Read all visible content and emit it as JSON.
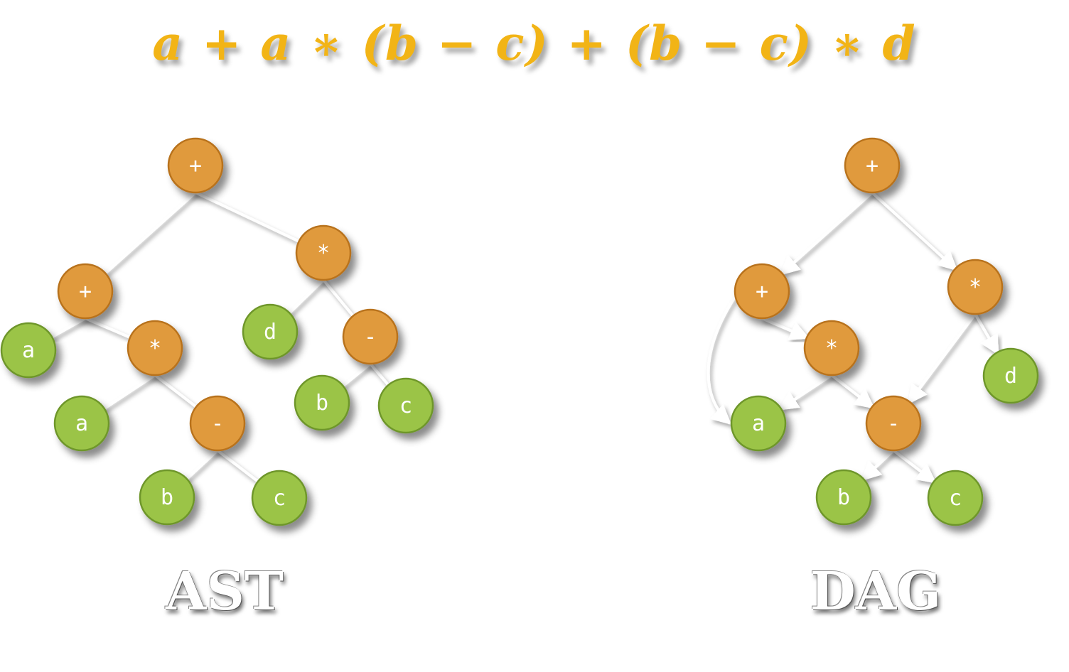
{
  "formula": "a + a ∗ (b − c) + (b − c) ∗ d",
  "colors": {
    "operator_fill": "#E09A3E",
    "operator_stroke": "#B8721C",
    "leaf_fill": "#9BC447",
    "leaf_stroke": "#6E962A",
    "edge": "#ffffff",
    "formula": "#F2B416"
  },
  "ast": {
    "label": "AST",
    "nodes": [
      {
        "id": "root",
        "label": "+",
        "kind": "op"
      },
      {
        "id": "plus2",
        "label": "+",
        "kind": "op"
      },
      {
        "id": "mul_top",
        "label": "*",
        "kind": "op"
      },
      {
        "id": "a1",
        "label": "a",
        "kind": "leaf"
      },
      {
        "id": "mul2",
        "label": "*",
        "kind": "op"
      },
      {
        "id": "d",
        "label": "d",
        "kind": "leaf"
      },
      {
        "id": "minus_r",
        "label": "-",
        "kind": "op"
      },
      {
        "id": "a2",
        "label": "a",
        "kind": "leaf"
      },
      {
        "id": "minus_l",
        "label": "-",
        "kind": "op"
      },
      {
        "id": "b_r",
        "label": "b",
        "kind": "leaf"
      },
      {
        "id": "c_r",
        "label": "c",
        "kind": "leaf"
      },
      {
        "id": "b_l",
        "label": "b",
        "kind": "leaf"
      },
      {
        "id": "c_l",
        "label": "c",
        "kind": "leaf"
      }
    ],
    "edges": [
      [
        "root",
        "plus2"
      ],
      [
        "root",
        "mul_top"
      ],
      [
        "plus2",
        "a1"
      ],
      [
        "plus2",
        "mul2"
      ],
      [
        "mul_top",
        "d"
      ],
      [
        "mul_top",
        "minus_r"
      ],
      [
        "mul2",
        "a2"
      ],
      [
        "mul2",
        "minus_l"
      ],
      [
        "minus_l",
        "b_l"
      ],
      [
        "minus_l",
        "c_l"
      ],
      [
        "minus_r",
        "b_r"
      ],
      [
        "minus_r",
        "c_r"
      ]
    ]
  },
  "dag": {
    "label": "DAG",
    "nodes": [
      {
        "id": "root",
        "label": "+",
        "kind": "op"
      },
      {
        "id": "plus2",
        "label": "+",
        "kind": "op"
      },
      {
        "id": "mul_r",
        "label": "*",
        "kind": "op"
      },
      {
        "id": "mul_l",
        "label": "*",
        "kind": "op"
      },
      {
        "id": "d",
        "label": "d",
        "kind": "leaf"
      },
      {
        "id": "a",
        "label": "a",
        "kind": "leaf"
      },
      {
        "id": "minus",
        "label": "-",
        "kind": "op"
      },
      {
        "id": "b",
        "label": "b",
        "kind": "leaf"
      },
      {
        "id": "c",
        "label": "c",
        "kind": "leaf"
      }
    ],
    "edges": [
      [
        "root",
        "plus2"
      ],
      [
        "root",
        "mul_r"
      ],
      [
        "plus2",
        "a"
      ],
      [
        "plus2",
        "mul_l"
      ],
      [
        "mul_l",
        "a"
      ],
      [
        "mul_l",
        "minus"
      ],
      [
        "mul_r",
        "minus"
      ],
      [
        "mul_r",
        "d"
      ],
      [
        "minus",
        "b"
      ],
      [
        "minus",
        "c"
      ]
    ]
  }
}
